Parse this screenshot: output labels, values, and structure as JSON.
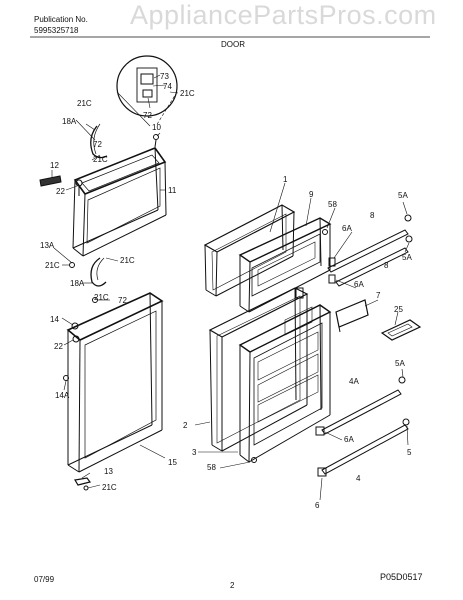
{
  "header": {
    "publication_label": "Publication No.",
    "publication_number": "5995325718",
    "section_title": "DOOR",
    "watermark": "AppliancePartsPros.com"
  },
  "footer": {
    "date": "07/99",
    "page": "2",
    "code": "P05D0517"
  },
  "callouts": {
    "c1": "1",
    "c2": "2",
    "c3": "3",
    "c4": "4",
    "c4a": "4A",
    "c5": "5",
    "c5a_top": "5A",
    "c5a_mid": "5A",
    "c5a_low": "5A",
    "c6": "6",
    "c6a_top": "6A",
    "c6a_mid": "6A",
    "c6a_low": "6A",
    "c7": "7",
    "c8_top": "8",
    "c8_mid": "8",
    "c9": "9",
    "c10": "10",
    "c11": "11",
    "c12": "12",
    "c13": "13",
    "c13a": "13A",
    "c14": "14",
    "c14a": "14A",
    "c15": "15",
    "c18a_top": "18A",
    "c18a_low": "18A",
    "c21c_1": "21C",
    "c21c_2": "21C",
    "c21c_3": "21C",
    "c21c_4": "21C",
    "c21c_5": "21C",
    "c21c_6": "21C",
    "c21c_7": "21C",
    "c22_top": "22",
    "c22_low": "22",
    "c25": "25",
    "c58_top": "58",
    "c58_low": "58",
    "c72_a": "72",
    "c72_b": "72",
    "c72_c": "72",
    "c73": "73",
    "c74": "74"
  }
}
